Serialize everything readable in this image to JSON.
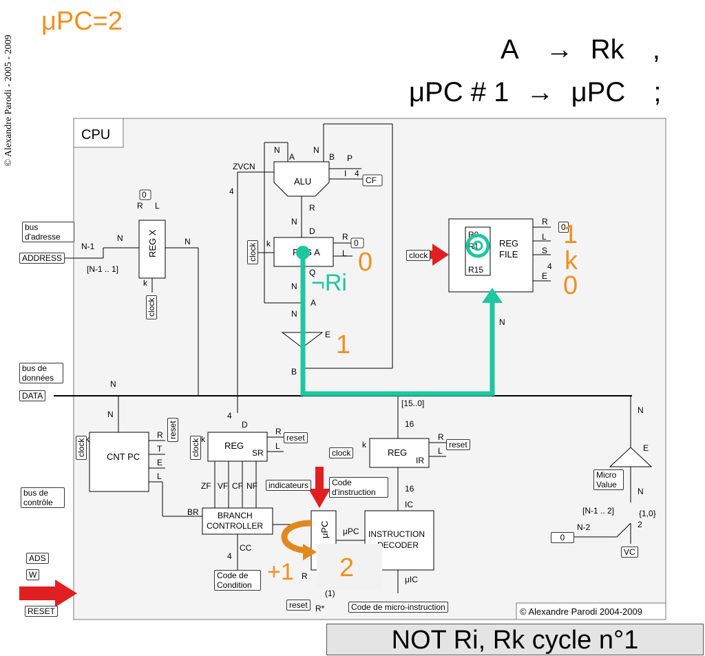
{
  "copyright_side": "© Alexandre Parodi - 2005 - 2009",
  "upc_title": "μPC=2",
  "instr_line1": {
    "left": "A",
    "arrow": "→",
    "right": "Rk",
    "punct": ","
  },
  "instr_line2": {
    "left": "μPC # 1",
    "arrow": "→",
    "right": "μPC",
    "punct": ";"
  },
  "cpu_label": "CPU",
  "footer_text": "NOT Ri, Rk  cycle n°1",
  "copyright_box": "© Alexandre Parodi 2004-2009",
  "overlay": {
    "upc_value": "2",
    "plus_one": "+1",
    "neg_ri": "¬Ri",
    "alu_e": "1",
    "rega_l": "0",
    "regfile_r": "1",
    "regfile_s": "k",
    "regfile_e": "0"
  },
  "external_buses": {
    "bus_adresse": "bus d'adresse",
    "address": "ADDRESS",
    "bus_donnees": "bus de données",
    "data": "DATA",
    "bus_controle": "bus de contrôle",
    "ads": "ADS",
    "w": "W",
    "reset": "RESET"
  },
  "blocks": {
    "alu": "ALU",
    "reg_a": "REG A",
    "regx": "REG X",
    "reg_file": "REG FILE",
    "cnt_pc": "CNT PC",
    "reg_sr": "REG",
    "reg_ir": "REG",
    "branch": "BRANCH CONTROLLER",
    "instr_decoder": "INSTRUCTION DECODER",
    "upc": "μPC",
    "micro_value": "Micro Value",
    "vc": "VC",
    "zero": "0"
  },
  "small_labels": {
    "zvcn": "ZVCN",
    "n": "N",
    "a": "A",
    "b": "B",
    "p": "P",
    "i": "I",
    "four": "4",
    "cf": "CF",
    "r": "R",
    "l": "L",
    "k": "k",
    "d": "D",
    "q": "Q",
    "e": "E",
    "s": "S",
    "t": "T",
    "sr": "SR",
    "ir": "IR",
    "clock": "clock",
    "reset_tag": "reset",
    "r15": "R15",
    "r0": "R0",
    "r1": "R1",
    "n1": "N-1",
    "n1_range": "[N-1 .. 1]",
    "range_15_0": "[15..0]",
    "sixteen": "16",
    "ic": "IC",
    "uic": "μIC",
    "indicateurs": "indicateurs",
    "code_instruction": "Code d'instruction",
    "zf": "ZF",
    "vf": "VF",
    "cf2": "CF",
    "nf": "NF",
    "br": "BR",
    "cc": "CC",
    "code_condition": "Code de Condition",
    "code_micro": "Code de micro-instruction",
    "upc_small": "μPC",
    "n_range_2": "[N-1 .. 2]",
    "set10": "{1,0}",
    "two": "2",
    "n2": "N-2",
    "rstar": "R*",
    "paren1": "(1)",
    "r_small": "R"
  }
}
